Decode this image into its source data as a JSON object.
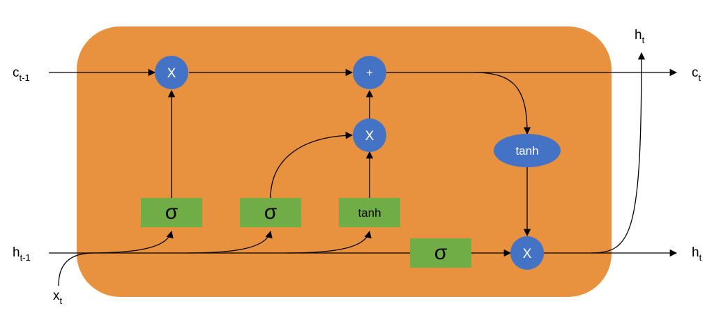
{
  "labels": {
    "c_prev": {
      "main": "c",
      "sub": "t-1"
    },
    "h_prev": {
      "main": "h",
      "sub": "t-1"
    },
    "x_t": {
      "main": "x",
      "sub": "t"
    },
    "c_t": {
      "main": "c",
      "sub": "t"
    },
    "h_t_right": {
      "main": "h",
      "sub": "t"
    },
    "h_t_top": {
      "main": "h",
      "sub": "t"
    }
  },
  "gates": {
    "forget": "σ",
    "input": "σ",
    "candidate": "tanh",
    "output": "σ"
  },
  "ops": {
    "forget_mult": "X",
    "add": "+",
    "input_mult": "X",
    "cell_tanh": "tanh",
    "output_mult": "X"
  },
  "colors": {
    "cell_body": "#E8913E",
    "gate_box": "#70AD47",
    "op_node": "#4472C4",
    "wire": "#000000"
  }
}
